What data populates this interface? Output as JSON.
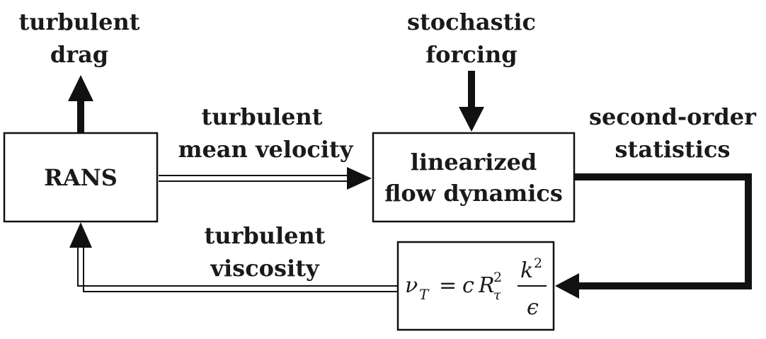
{
  "labels": {
    "turbulent_drag": [
      "turbulent",
      "drag"
    ],
    "stochastic_forcing": [
      "stochastic",
      "forcing"
    ],
    "mean_velocity": [
      "turbulent",
      "mean velocity"
    ],
    "second_order": [
      "second-order",
      "statistics"
    ],
    "viscosity": [
      "turbulent",
      "viscosity"
    ]
  },
  "boxes": {
    "rans": "RANS",
    "linearized": [
      "linearized",
      "flow dynamics"
    ]
  },
  "equation": {
    "nu": "ν",
    "nu_sub": "T",
    "equals": "=",
    "c": "c",
    "R": "R",
    "R_sup": "2",
    "R_sub": "τ",
    "k": "k",
    "k_sup": "2",
    "eps": "ϵ"
  },
  "colors": {
    "stroke": "#111111",
    "text": "#1a1a1a"
  }
}
